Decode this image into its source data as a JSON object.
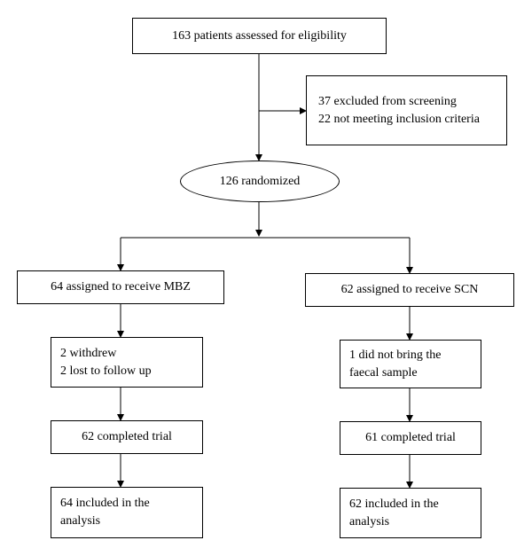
{
  "assessed": "163 patients assessed for eligibility",
  "excluded": {
    "line1": "37 excluded from screening",
    "line2": "22 not meeting inclusion criteria"
  },
  "randomized": "126 randomized",
  "left_arm": {
    "assigned": "64 assigned to receive MBZ",
    "losses": {
      "line1": "2 withdrew",
      "line2": "2 lost to follow up"
    },
    "completed": "62 completed trial",
    "analysis": {
      "line1": "64 included in the",
      "line2": "analysis"
    }
  },
  "right_arm": {
    "assigned": "62 assigned to receive SCN",
    "losses": {
      "line1": "1 did not bring the",
      "line2": "faecal sample"
    },
    "completed": "61 completed trial",
    "analysis": {
      "line1": "62 included in the",
      "line2": "analysis"
    }
  }
}
